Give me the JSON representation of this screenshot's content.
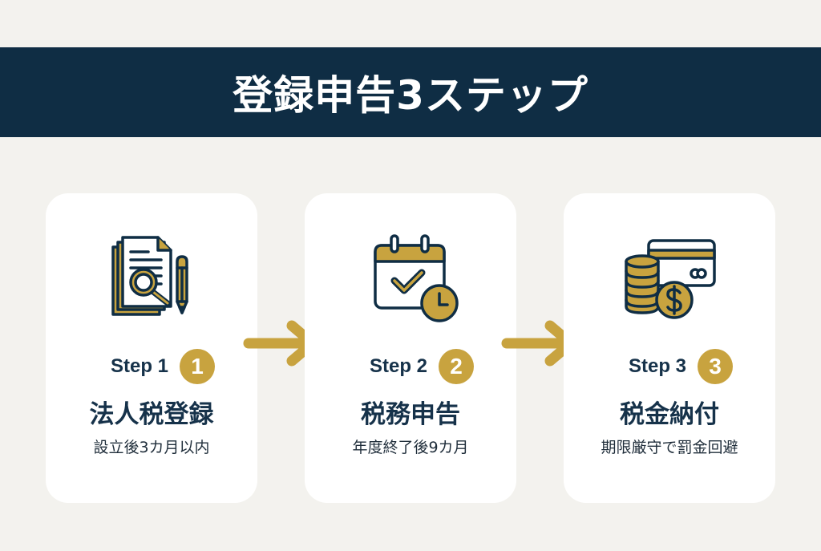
{
  "title": "登録申告3ステップ",
  "colors": {
    "navy": "#0f2d44",
    "gold": "#c8a33f",
    "background": "#f3f2ee",
    "card": "#ffffff"
  },
  "steps": [
    {
      "label": "Step 1",
      "number": "1",
      "title": "法人税登録",
      "description": "設立後3カ月以内",
      "icon": "document-search-pencil-icon"
    },
    {
      "label": "Step 2",
      "number": "2",
      "title": "税務申告",
      "description": "年度終了後9カ月",
      "icon": "calendar-check-clock-icon"
    },
    {
      "label": "Step 3",
      "number": "3",
      "title": "税金納付",
      "description": "期限厳守で罰金回避",
      "icon": "coins-card-dollar-icon"
    }
  ],
  "connectors": [
    "right-arrow-icon",
    "right-arrow-icon"
  ]
}
